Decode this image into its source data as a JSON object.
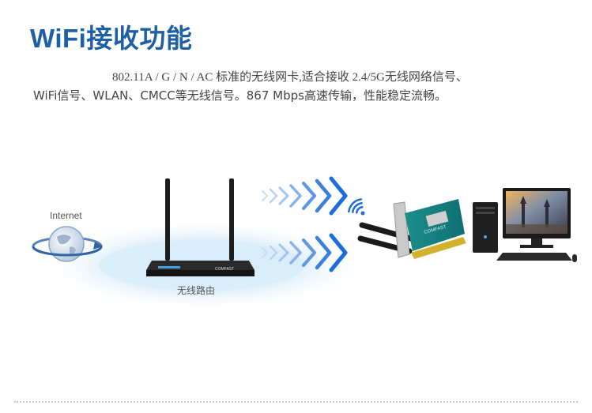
{
  "header": {
    "title": "WiFi接收功能",
    "line1": "802.11A / G / N / AC 标准的无线网卡,适合接收 2.4/5G无线网络信号、",
    "line2": "WiFi信号、WLAN、CMCC等无线信号。867 Mbps高速传输，性能稳定流畅。"
  },
  "diagram": {
    "internet_label": "Internet",
    "router_label": "无线路由",
    "router_brand": "COMFAST",
    "card_brand": "COMFAST"
  },
  "colors": {
    "title": "#1f5fa6",
    "arrow": "#1e6fd9",
    "glow": "#d4e9f9"
  },
  "icons": [
    "globe-icon",
    "router-icon",
    "signal-arrows-icon",
    "wifi-icon",
    "network-card-icon",
    "computer-icon"
  ]
}
